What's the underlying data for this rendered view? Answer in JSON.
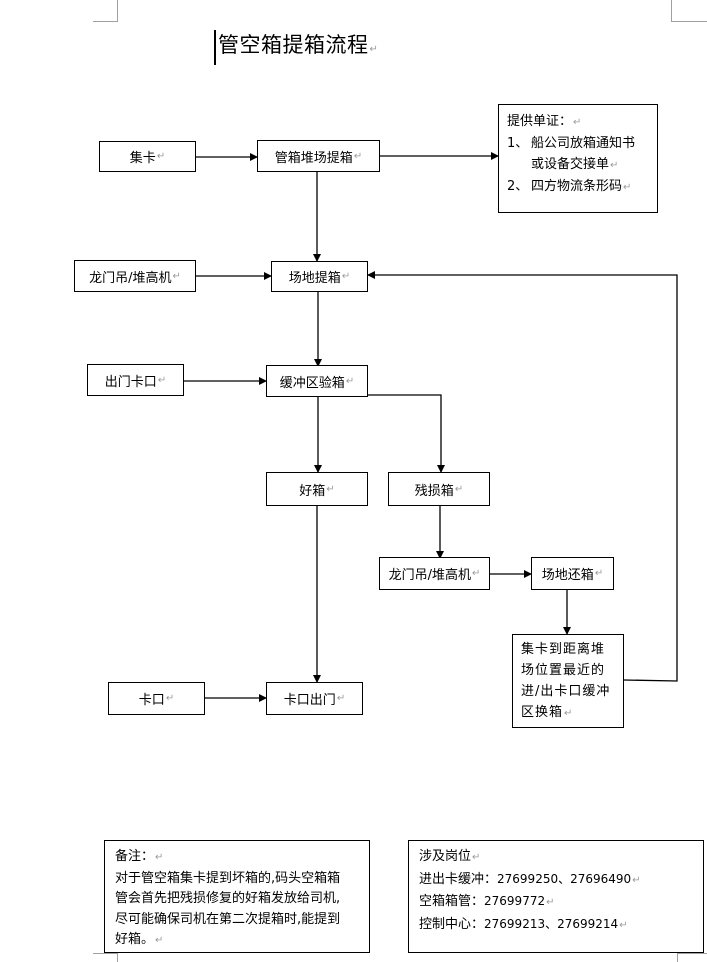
{
  "document": {
    "title": "管空箱提箱流程",
    "paragraph_mark": "↵"
  },
  "flowchart": {
    "nodes": {
      "truck": "集卡",
      "yard_pickup_mgmt": "管箱堆场提箱",
      "documents": {
        "heading": "提供单证：",
        "item1_num": "1、",
        "item1_line1": "船公司放箱通知书",
        "item1_line2": "或设备交接单",
        "item2_num": "2、",
        "item2": "四方物流条形码"
      },
      "crane_1": "龙门吊/堆高机",
      "yard_pickup": "场地提箱",
      "exit_gate": "出门卡口",
      "buffer_inspect": "缓冲区验箱",
      "good_box": "好箱",
      "damaged_box": "残损箱",
      "crane_2": "龙门吊/堆高机",
      "yard_return": "场地还箱",
      "swap": {
        "line1": "集卡到距离堆",
        "line2": "场位置最近的",
        "line3": "进/出卡口缓冲",
        "line4": "区换箱"
      },
      "gate": "卡口",
      "gate_exit": "卡口出门"
    }
  },
  "notes": {
    "heading": "备注：",
    "line1": "对于管空箱集卡提到坏箱的,码头空箱箱",
    "line2": "管会首先把残损修复的好箱发放给司机,",
    "line3": "尽可能确保司机在第二次提箱时,能提到",
    "line4": "好箱。"
  },
  "contacts": {
    "heading": "涉及岗位",
    "rows": [
      {
        "label": "进出卡缓冲：",
        "value": "27699250、27696490"
      },
      {
        "label": "空箱箱管：",
        "value": "27699772"
      },
      {
        "label": "控制中心：",
        "value": "27699213、27699214"
      }
    ]
  }
}
